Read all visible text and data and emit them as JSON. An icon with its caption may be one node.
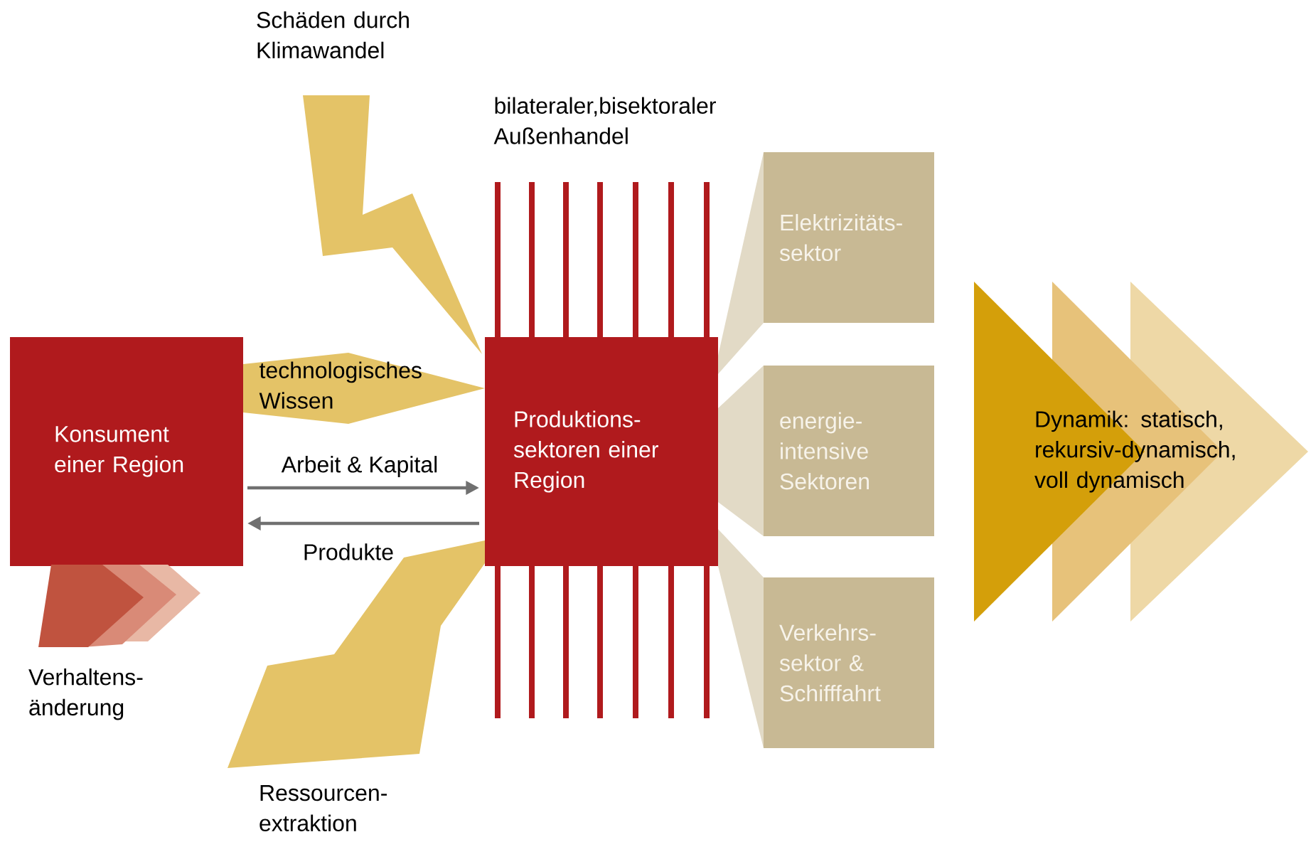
{
  "diagram": {
    "nodes": [
      {
        "text": [
          "Schäden durch Klimawandel"
        ]
      },
      {
        "text": [
          "Konsument einer Region"
        ]
      },
      {
        "text": [
          "Verhaltens- änderung"
        ]
      },
      {
        "text": [
          "Produktions- sektoren einer Region"
        ]
      },
      {
        "text": [
          "Elektrizitäts- sektor"
        ]
      },
      {
        "text": [
          "energie- intensive Sektoren"
        ]
      },
      {
        "text": [
          "Verkehrs- sektor & Schifffahrt"
        ]
      },
      {
        "text": [
          "Dynamik: statisch, rekursiv-dynamisch, voll dynamisch"
        ]
      },
      {
        "text": [
          "Ressourcen- extraktion"
        ]
      }
    ],
    "edges": [
      {
        "from": 0,
        "to": 3,
        "arrow": "to",
        "color": "#d49f0a"
      },
      {
        "from": 1,
        "to": 3,
        "arrow": "to",
        "label": "technologisches Wissen",
        "color": "#d49f0a"
      },
      {
        "from": 1,
        "to": 3,
        "arrow": "to",
        "label": "Arbeit & Kapital"
      },
      {
        "from": 3,
        "to": 1,
        "arrow": "to",
        "label": "Produkte"
      },
      {
        "from": 8,
        "to": 3,
        "arrow": "none",
        "color": "#d49f0a"
      },
      {
        "from": 3,
        "to": 4,
        "arrow": "none",
        "color": "#e2dac6"
      },
      {
        "from": 3,
        "to": 5,
        "arrow": "none",
        "color": "#e2dac6"
      },
      {
        "from": 3,
        "to": 6,
        "arrow": "none",
        "color": "#e2dac6"
      }
    ],
    "labels": [
      "bilateraler,bisektoraler Außenhandel"
    ]
  }
}
